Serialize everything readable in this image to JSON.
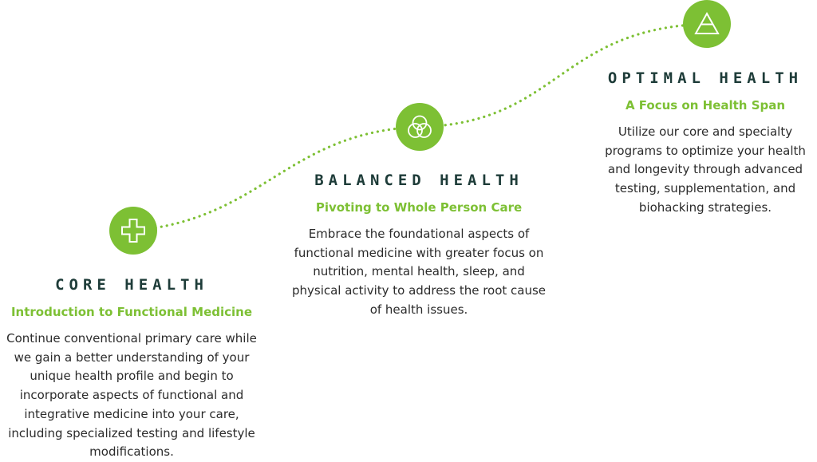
{
  "colors": {
    "accent": "#7dc034",
    "title": "#1e3c39",
    "text": "#2b2b2b",
    "icon_stroke": "#ffffff"
  },
  "stages": [
    {
      "title": "CORE HEALTH",
      "subtitle": "Introduction to Functional Medicine",
      "description": "Continue conventional primary care while we gain a better understanding of your unique health profile and begin to incorporate aspects of functional and integrative medicine into your care, including specialized testing and lifestyle modifications.",
      "icon": "plus-icon"
    },
    {
      "title": "BALANCED HEALTH",
      "subtitle": "Pivoting to Whole Person Care",
      "description": "Embrace the foundational aspects of functional medicine with greater focus on nutrition, mental health, sleep, and physical activity to address the root cause of health issues.",
      "icon": "venn-circles-icon"
    },
    {
      "title": "OPTIMAL HEALTH",
      "subtitle": "A Focus on Health Span",
      "description": "Utilize our core and specialty programs to optimize your health and longevity through advanced testing, supplementation, and biohacking strategies.",
      "icon": "triangle-icon"
    }
  ]
}
